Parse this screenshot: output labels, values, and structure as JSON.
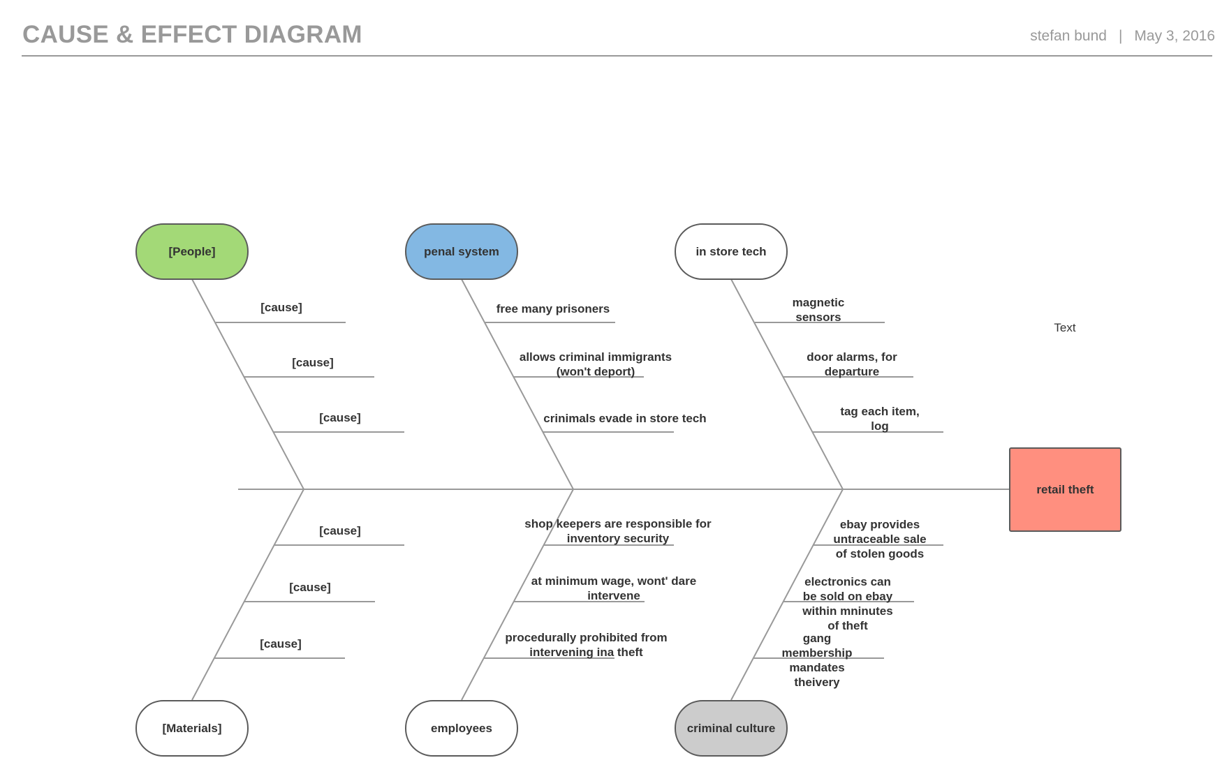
{
  "header": {
    "title": "CAUSE & EFFECT DIAGRAM",
    "author": "stefan bund",
    "separator": "|",
    "date": "May 3, 2016"
  },
  "effect": {
    "label": "retail theft",
    "color": "#ff8f7f"
  },
  "free_text": "Text",
  "categories": {
    "top": [
      {
        "label": "[People]",
        "color": "#a3d977",
        "causes": [
          "[cause]",
          "[cause]",
          "[cause]"
        ]
      },
      {
        "label": "penal system",
        "color": "#83b8e3",
        "causes": [
          "free many prisoners",
          "allows criminal immigrants\n(won't deport)",
          "crinimals evade in store tech"
        ]
      },
      {
        "label": "in store tech",
        "color": "#ffffff",
        "causes": [
          "magnetic\nsensors",
          "door alarms, for\ndeparture",
          "tag each item,\nlog"
        ]
      }
    ],
    "bottom": [
      {
        "label": "[Materials]",
        "color": "#ffffff",
        "causes": [
          "[cause]",
          "[cause]",
          "[cause]"
        ]
      },
      {
        "label": "employees",
        "color": "#ffffff",
        "causes": [
          "shop keepers are responsible for\ninventory security",
          "at minimum wage, wont' dare\nintervene",
          "procedurally prohibited from\nintervening ina  theft"
        ]
      },
      {
        "label": "criminal culture",
        "color": "#cccccc",
        "causes": [
          "ebay provides\nuntraceable sale\nof stolen goods",
          "electronics can\nbe sold on ebay\nwithin mninutes\nof theft",
          "gang\nmembership\nmandates\ntheivery"
        ]
      }
    ]
  },
  "colors": {
    "line": "#999999",
    "border": "#5a5a5a",
    "text": "#333333",
    "header_text": "#999999"
  }
}
